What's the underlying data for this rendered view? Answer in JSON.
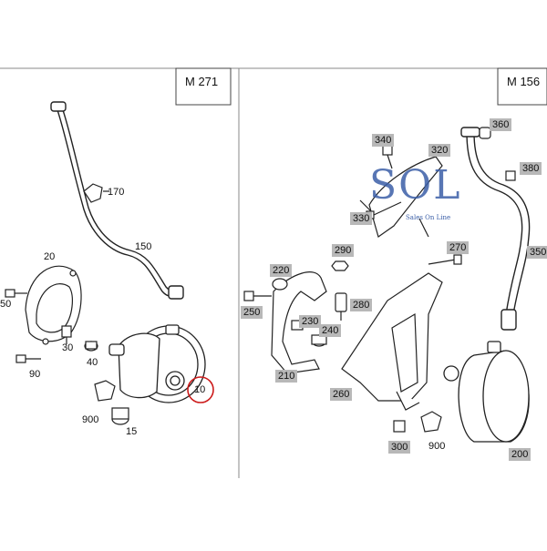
{
  "panels": {
    "left": {
      "title": "M 271",
      "callouts": [
        {
          "id": "150",
          "label": "150",
          "boxed": false
        },
        {
          "id": "170",
          "label": "170",
          "boxed": false
        },
        {
          "id": "20",
          "label": "20",
          "boxed": false
        },
        {
          "id": "50",
          "label": "50",
          "boxed": false
        },
        {
          "id": "30",
          "label": "30",
          "boxed": false
        },
        {
          "id": "40",
          "label": "40",
          "boxed": false
        },
        {
          "id": "90",
          "label": "90",
          "boxed": false
        },
        {
          "id": "10",
          "label": "10",
          "boxed": false,
          "circled": true
        },
        {
          "id": "900",
          "label": "900",
          "boxed": false
        },
        {
          "id": "15",
          "label": "15",
          "boxed": false
        }
      ]
    },
    "right": {
      "title": "M 156",
      "callouts": [
        {
          "id": "360",
          "label": "360",
          "boxed": true
        },
        {
          "id": "340",
          "label": "340",
          "boxed": true
        },
        {
          "id": "320",
          "label": "320",
          "boxed": true
        },
        {
          "id": "380",
          "label": "380",
          "boxed": true
        },
        {
          "id": "330",
          "label": "330",
          "boxed": true
        },
        {
          "id": "350",
          "label": "350",
          "boxed": true
        },
        {
          "id": "290",
          "label": "290",
          "boxed": true
        },
        {
          "id": "270",
          "label": "270",
          "boxed": true
        },
        {
          "id": "220",
          "label": "220",
          "boxed": true
        },
        {
          "id": "280",
          "label": "280",
          "boxed": true
        },
        {
          "id": "250",
          "label": "250",
          "boxed": true
        },
        {
          "id": "230",
          "label": "230",
          "boxed": true
        },
        {
          "id": "240",
          "label": "240",
          "boxed": true
        },
        {
          "id": "210",
          "label": "210",
          "boxed": true
        },
        {
          "id": "260",
          "label": "260",
          "boxed": true
        },
        {
          "id": "300",
          "label": "300",
          "boxed": true
        },
        {
          "id": "900",
          "label": "900",
          "boxed": false
        },
        {
          "id": "200",
          "label": "200",
          "boxed": true
        }
      ]
    }
  },
  "watermark": {
    "text": "SOL",
    "subtext": "Sales On Line"
  },
  "colors": {
    "line": "#222222",
    "box": "#b8b8b8",
    "highlight": "#cc1a1a",
    "watermark": "#3b5fa8"
  }
}
